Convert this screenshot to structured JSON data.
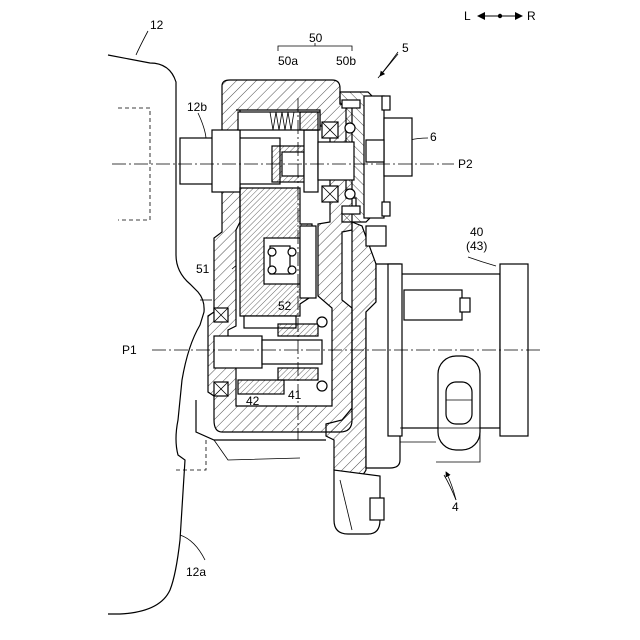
{
  "direction_indicator": {
    "left": "L",
    "right": "R"
  },
  "labels": {
    "l12": "12",
    "l12a": "12a",
    "l12b": "12b",
    "l50": "50",
    "l50a": "50a",
    "l50b": "50b",
    "l5": "5",
    "l6": "6",
    "lP2": "P2",
    "lP1": "P1",
    "l40": "40",
    "l43": "(43)",
    "l51": "51",
    "l52": "52",
    "l41": "41",
    "l42": "42",
    "l4": "4"
  }
}
